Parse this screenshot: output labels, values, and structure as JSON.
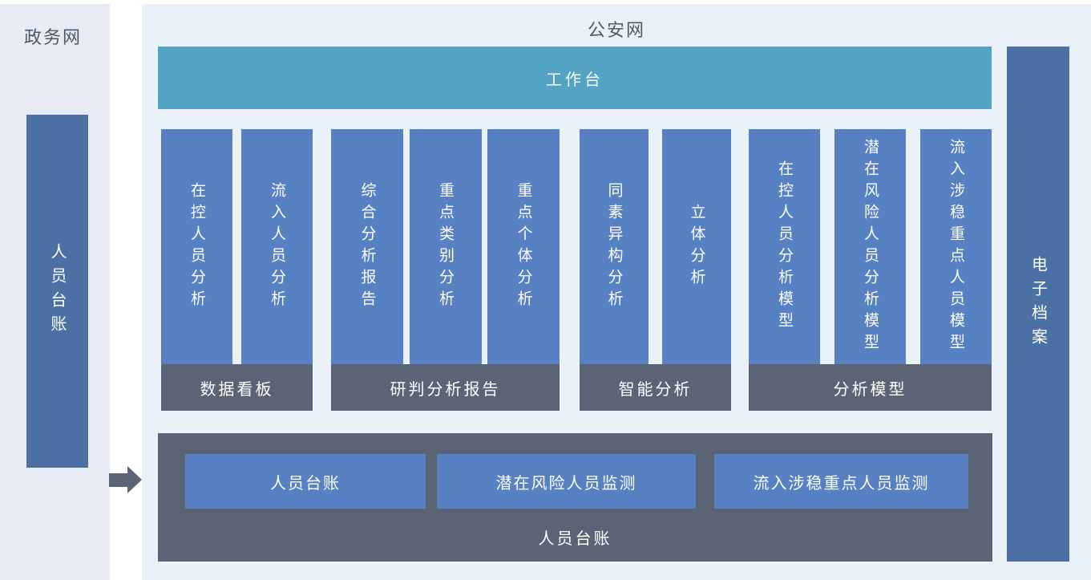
{
  "colors": {
    "left_panel_bg": "#e9ebf4",
    "main_panel_bg": "#eaf2f7",
    "workbench_teal": "#53a3c4",
    "pillar_blue": "#5881c3",
    "group_footer_gray": "#5b6474",
    "side_bar_blue": "#4b70a4",
    "arrow_gray": "#5b6574",
    "zone_title_text": "#4d5a6a",
    "white_text": "#ffffff"
  },
  "left_panel": {
    "network_label": "政务网",
    "ledger_bar_label": "人员台账"
  },
  "main_panel": {
    "network_label": "公安网",
    "workbench_label": "工作台",
    "groups": [
      {
        "name": "数据看板",
        "columns": [
          "在控人员分析",
          "流入人员分析"
        ]
      },
      {
        "name": "研判分析报告",
        "columns": [
          "综合分析报告",
          "重点类别分析",
          "重点个体分析"
        ]
      },
      {
        "name": "智能分析",
        "columns": [
          "同素异构分析",
          "立体分析"
        ]
      },
      {
        "name": "分析模型",
        "columns": [
          "在控人员分析模型",
          "潜在风险人员分析模型",
          "流入涉稳重点人员模型"
        ]
      }
    ],
    "bottom_box": {
      "name": "人员台账",
      "buttons": [
        "人员台账",
        "潜在风险人员监测",
        "流入涉稳重点人员监测"
      ]
    },
    "archive_bar_label": "电子档案"
  }
}
